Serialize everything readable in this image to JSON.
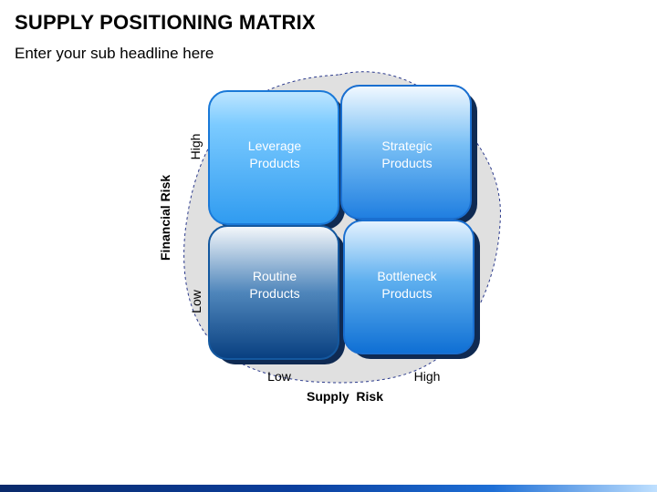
{
  "header": {
    "title": "SUPPLY POSITIONING MATRIX",
    "subtitle": "Enter your sub headline here"
  },
  "matrix": {
    "quadrants": {
      "top_left": {
        "line1": "Leverage",
        "line2": "Products"
      },
      "top_right": {
        "line1": "Strategic",
        "line2": "Products"
      },
      "bottom_left": {
        "line1": "Routine",
        "line2": "Products"
      },
      "bottom_right": {
        "line1": "Bottleneck",
        "line2": "Products"
      }
    },
    "y_axis": {
      "title": "Financial Risk",
      "high": "High",
      "low": "Low"
    },
    "x_axis": {
      "title": "Supply  Risk",
      "low": "Low",
      "high": "High"
    }
  },
  "colors": {
    "tile_light_top": "#e6f6ff",
    "tile_light_bottom": "#41a8ef",
    "tile_dark_bottom": "#0b4d96",
    "tile_edge": "#1a79d8",
    "shadow": "#0f2a52",
    "backdrop": "#d7d7d7",
    "footer_dark": "#0a2a6b",
    "footer_light": "#bfe0ff"
  }
}
